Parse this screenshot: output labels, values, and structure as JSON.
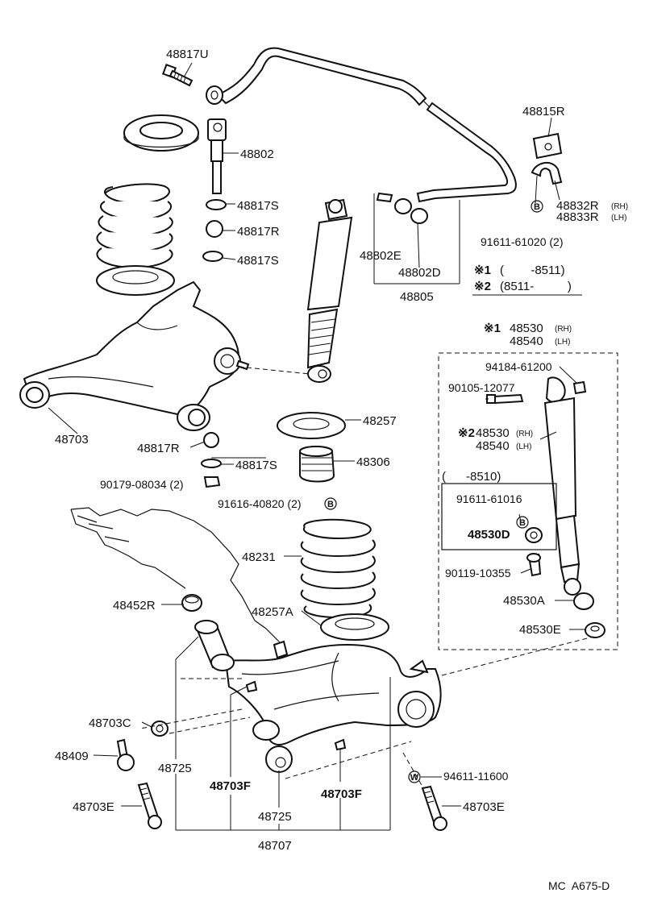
{
  "labels": {
    "p48817U": "48817U",
    "p48802": "48802",
    "p48817S_a": "48817S",
    "p48817R_a": "48817R",
    "p48817S_b": "48817S",
    "p48815R": "48815R",
    "p48832R": "48832R",
    "rh1": "(RH)",
    "p48833R": "48833R",
    "lh1": "(LH)",
    "p91611_61020": "91611-61020 (2)",
    "p48802E": "48802E",
    "p48802D": "48802D",
    "p48805": "48805",
    "p48703": "48703",
    "p48817R_b": "48817R",
    "p48817S_c": "48817S",
    "p90179": "90179-08034 (2)",
    "p91616": "91616-40820 (2)",
    "p48257": "48257",
    "p48306": "48306",
    "p48231": "48231",
    "p48257A": "48257A",
    "p48452R": "48452R",
    "p48703C": "48703C",
    "p48409": "48409",
    "p48725_a": "48725",
    "p48703F_a": "48703F",
    "p48703F_b": "48703F",
    "p48725_b": "48725",
    "p48707": "48707",
    "p48703E_a": "48703E",
    "p48703E_b": "48703E",
    "p94611": "94611-11600",
    "p48530_top": "48530",
    "rh2": "(RH)",
    "p48540_top": "48540",
    "lh2": "(LH)",
    "p94184": "94184-61200",
    "p90105": "90105-12077",
    "p48530_mid": "48530",
    "rh3": "(RH)",
    "p48540_mid": "48540",
    "lh3": "(LH)",
    "range_8510": "(      -8510)",
    "p91611_61016": "91611-61016",
    "p48530D": "48530D",
    "p90119": "90119-10355",
    "p48530A": "48530A",
    "p48530E": "48530E",
    "footer_code": "MC  A675-D"
  },
  "notes": {
    "mark1": "※1",
    "note1_range": "(        -8511)",
    "mark2": "※2",
    "note2_range": "(8511-          )",
    "mark1_top": "※1",
    "mark2_mid": "※2"
  },
  "symbols": {
    "b": "B",
    "w": "W"
  }
}
